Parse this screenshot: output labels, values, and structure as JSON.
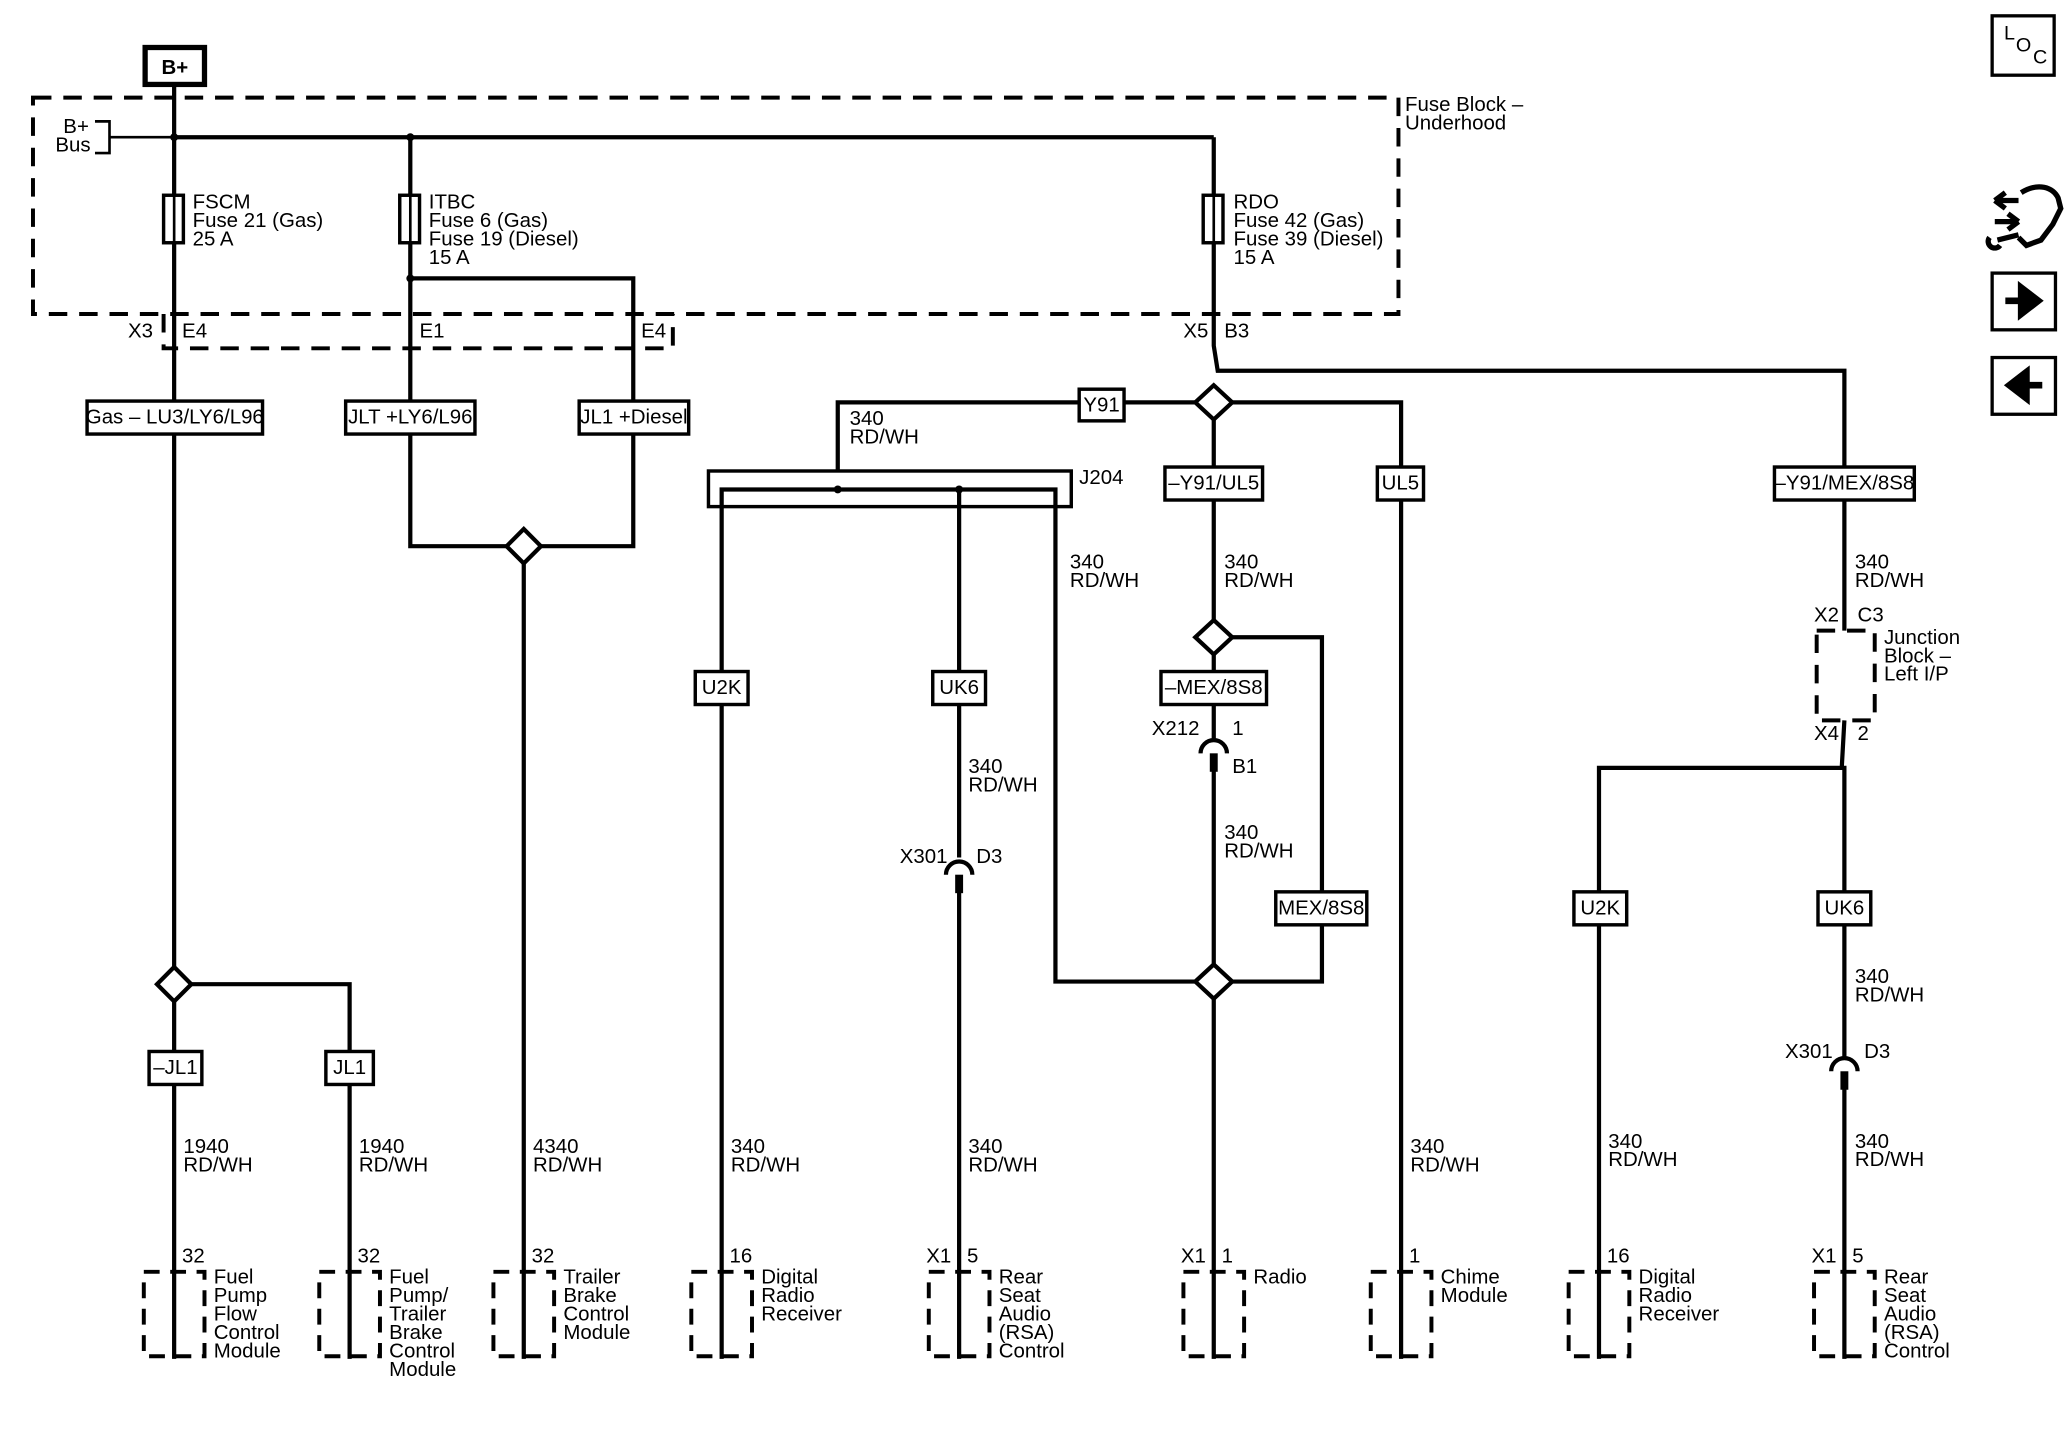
{
  "colors": {
    "ink": "#000000",
    "background": "#ffffff"
  },
  "battery": {
    "label": "B+"
  },
  "bus": {
    "label_line1": "B+",
    "label_line2": "Bus"
  },
  "fuse_block": {
    "label_line1": "Fuse Block –",
    "label_line2": "Underhood"
  },
  "fuses": {
    "fscm": [
      "FSCM",
      "Fuse 21 (Gas)",
      "25 A"
    ],
    "itbc": [
      "ITBC",
      "Fuse 6 (Gas)",
      "Fuse 19 (Diesel)",
      "15 A"
    ],
    "rdo": [
      "RDO",
      "Fuse 42 (Gas)",
      "Fuse 39 (Diesel)",
      "15 A"
    ]
  },
  "connectors": {
    "x3": "X3",
    "x3_e4a": "E4",
    "x3_e1": "E1",
    "x3_e4b": "E4",
    "x5": "X5",
    "x5_b3": "B3",
    "j204": "J204",
    "x212": "X212",
    "x212_pin1": "1",
    "x212_b1": "B1",
    "x301_a": "X301",
    "x301_a_pin": "D3",
    "x301_b": "X301",
    "x301_b_pin": "D3",
    "jb_x2": "X2",
    "jb_c3": "C3",
    "jb_x4": "X4",
    "jb_pin2": "2"
  },
  "junction_block": [
    "Junction",
    "Block –",
    "Left I/P"
  ],
  "options": {
    "gas": "Gas – LU3/LY6/L96",
    "jlt": "JLT +LY6/L96",
    "jl1_diesel": "JL1 +Diesel",
    "y91": "Y91",
    "not_y91_ul5": "–Y91/UL5",
    "ul5": "UL5",
    "not_y91_mex": "–Y91/MEX/8S8",
    "u2k_a": "U2K",
    "uk6_a": "UK6",
    "not_mex": "–MEX/8S8",
    "mex": "MEX/8S8",
    "not_jl1": "–JL1",
    "jl1": "JL1",
    "u2k_b": "U2K",
    "uk6_b": "UK6"
  },
  "wires": {
    "w_top_left": [
      "340",
      "RD/WH"
    ],
    "w_j204_right": [
      "340",
      "RD/WH"
    ],
    "w_ul5_down": [
      "340",
      "RD/WH"
    ],
    "w_mex_down": [
      "340",
      "RD/WH"
    ],
    "w_far_right_top": [
      "340",
      "RD/WH"
    ],
    "w_uk6_a_mid": [
      "340",
      "RD/WH"
    ],
    "w_far_right_mid": [
      "340",
      "RD/WH"
    ],
    "w_fpfcm": [
      "1940",
      "RD/WH"
    ],
    "w_fptbcm": [
      "1940",
      "RD/WH"
    ],
    "w_tbcm": [
      "4340",
      "RD/WH"
    ],
    "w_drr_a": [
      "340",
      "RD/WH"
    ],
    "w_rsa_a": [
      "340",
      "RD/WH"
    ],
    "w_chime": [
      "340",
      "RD/WH"
    ],
    "w_drr_b": [
      "340",
      "RD/WH"
    ],
    "w_rsa_b": [
      "340",
      "RD/WH"
    ]
  },
  "modules": [
    {
      "pin_conn": "",
      "pin": "32",
      "lines": [
        "Fuel",
        "Pump",
        "Flow",
        "Control",
        "Module"
      ]
    },
    {
      "pin_conn": "",
      "pin": "32",
      "lines": [
        "Fuel",
        "Pump/",
        "Trailer",
        "Brake",
        "Control",
        "Module"
      ]
    },
    {
      "pin_conn": "",
      "pin": "32",
      "lines": [
        "Trailer",
        "Brake",
        "Control",
        "Module"
      ]
    },
    {
      "pin_conn": "",
      "pin": "16",
      "lines": [
        "Digital",
        "Radio",
        "Receiver"
      ]
    },
    {
      "pin_conn": "X1",
      "pin": "5",
      "lines": [
        "Rear",
        "Seat",
        "Audio",
        "(RSA)",
        "Control"
      ]
    },
    {
      "pin_conn": "X1",
      "pin": "1",
      "lines": [
        "Radio"
      ]
    },
    {
      "pin_conn": "",
      "pin": "1",
      "lines": [
        "Chime",
        "Module"
      ]
    },
    {
      "pin_conn": "",
      "pin": "16",
      "lines": [
        "Digital",
        "Radio",
        "Receiver"
      ]
    },
    {
      "pin_conn": "X1",
      "pin": "5",
      "lines": [
        "Rear",
        "Seat",
        "Audio",
        "(RSA)",
        "Control"
      ]
    }
  ],
  "nav": {
    "loc_l": "L",
    "loc_o": "O",
    "loc_c": "C",
    "service_icon": "wrench-connector-icon",
    "next_icon": "arrow-right-icon",
    "prev_icon": "arrow-left-icon"
  }
}
